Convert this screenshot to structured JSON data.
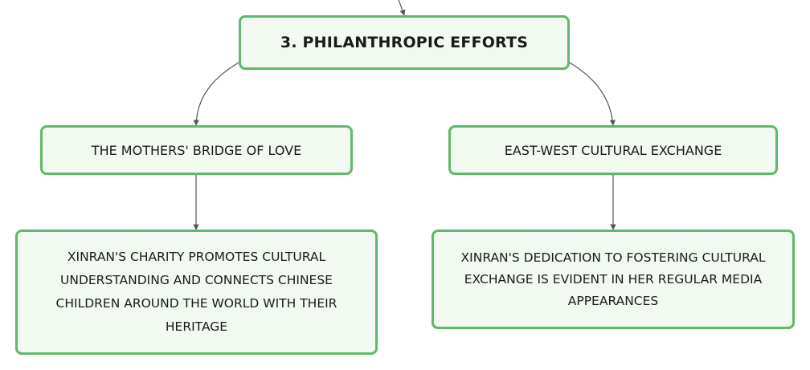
{
  "mindmap": {
    "root": {
      "label": "3. PHILANTHROPIC EFFORTS"
    },
    "branches": [
      {
        "label": "THE MOTHERS' BRIDGE OF LOVE",
        "detail": "XINRAN'S CHARITY PROMOTES CULTURAL UNDERSTANDING AND CONNECTS CHINESE CHILDREN AROUND THE WORLD WITH THEIR HERITAGE"
      },
      {
        "label": "EAST-WEST CULTURAL EXCHANGE",
        "detail": "XINRAN'S DEDICATION TO FOSTERING CULTURAL EXCHANGE IS EVIDENT IN HER REGULAR MEDIA APPEARANCES"
      }
    ]
  },
  "colors": {
    "node_border": "#5fb96a",
    "node_fill": "#f1f9f1",
    "connector": "#555555"
  }
}
